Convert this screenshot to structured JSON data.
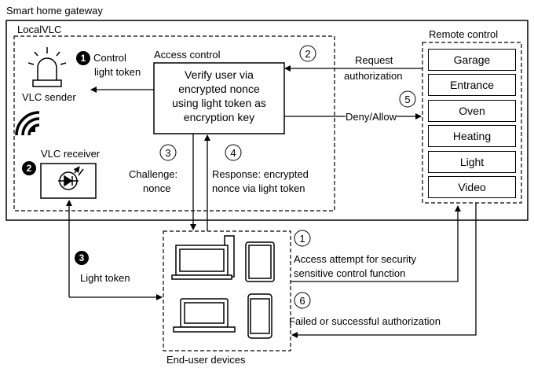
{
  "gateway_title": "Smart home gateway",
  "localvlc": {
    "title": "LocalVLC",
    "vlc_sender_label": "VLC sender",
    "vlc_receiver_label": "VLC receiver",
    "control_light_token": [
      "Control",
      "light token"
    ],
    "step_1_badge": "1",
    "step_2_badge": "2"
  },
  "access_control": {
    "title": "Access control",
    "description": [
      "Verify user via",
      "encrypted nonce",
      "using light token as",
      "encryption key"
    ]
  },
  "remote_control": {
    "title": "Remote control",
    "buttons": [
      "Garage",
      "Entrance",
      "Oven",
      "Heating",
      "Light",
      "Video"
    ]
  },
  "flows": {
    "request_authorization": [
      "Request",
      "authorization"
    ],
    "deny_allow": "Deny/Allow",
    "challenge": [
      "Challenge:",
      "nonce"
    ],
    "response": [
      "Response: encrypted",
      "nonce via light token"
    ],
    "access_attempt": [
      "Access attempt for security",
      "sensitive control function"
    ],
    "failed_or_successful": "Failed or successful authorization",
    "light_token": "Light token"
  },
  "steps": {
    "circled_2": "2",
    "circled_3": "3",
    "circled_4": "4",
    "circled_5": "5",
    "circled_1": "1",
    "circled_6": "6",
    "filled_3": "3"
  },
  "end_user_devices_label": "End-user devices"
}
